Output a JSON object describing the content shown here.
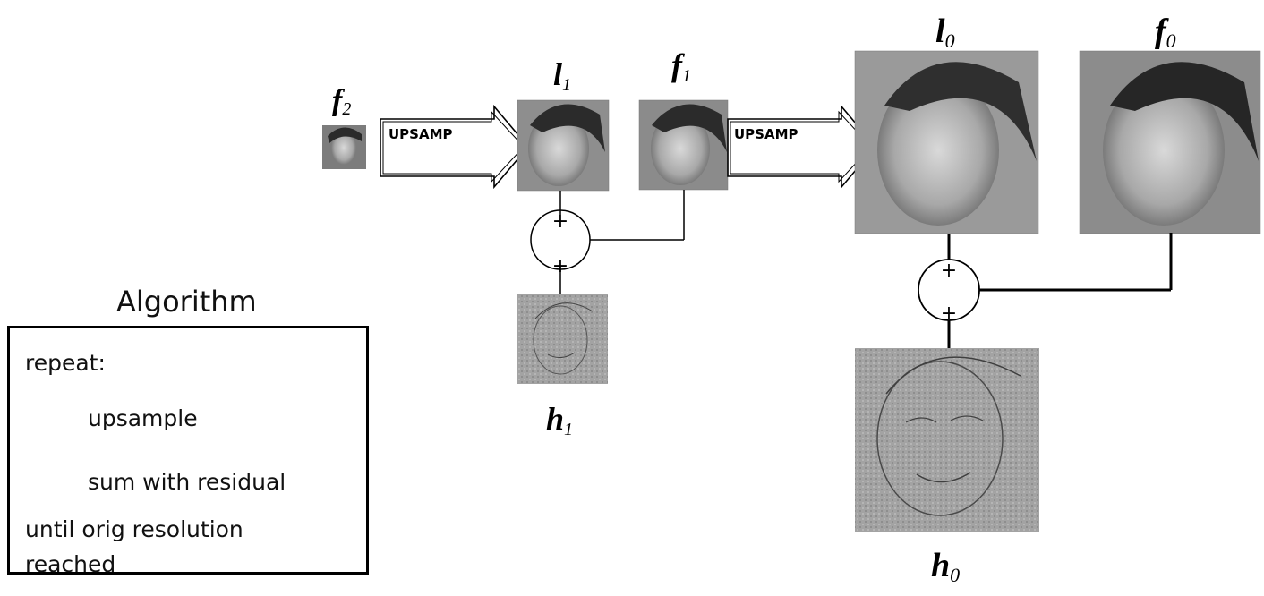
{
  "labels": {
    "f2": "f",
    "f2_sub": "2",
    "l1": "l",
    "l1_sub": "1",
    "f1": "f",
    "f1_sub": "1",
    "l0": "l",
    "l0_sub": "0",
    "f0": "f",
    "f0_sub": "0",
    "h1": "h",
    "h1_sub": "1",
    "h0": "h",
    "h0_sub": "0"
  },
  "arrows": {
    "first_label": "UPSAMP",
    "second_label": "UPSAMP"
  },
  "adders": {
    "plus": "+"
  },
  "algorithm": {
    "title": "Algorithm",
    "lines": [
      "repeat:",
      "upsample",
      "sum with residual",
      "until orig resolution",
      "reached"
    ]
  },
  "colors": {
    "photo_background": "#8a8a8a",
    "residual_gray": "#9d9d9d",
    "line": "#000000"
  }
}
